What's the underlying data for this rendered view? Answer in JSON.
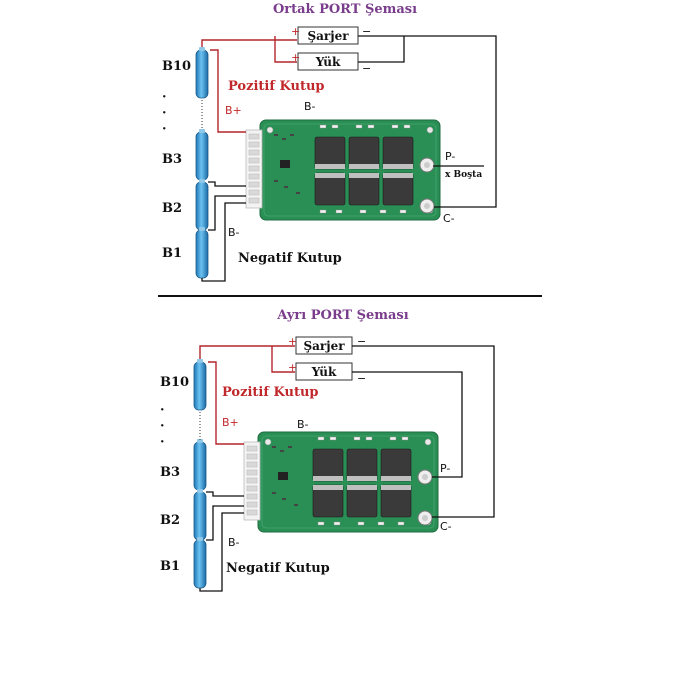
{
  "colors": {
    "title": "#7a3d8c",
    "positive": "#c0282b",
    "wire": "#111111",
    "pcb": "#2a8f55",
    "cell": "#3a9fd8"
  },
  "diagrams": [
    {
      "title": "Ortak PORT Şeması",
      "charger": "Şarjer",
      "load": "Yük",
      "plus": "+",
      "minus": "−",
      "cell_labels": {
        "top": "B10",
        "dots": "·",
        "b3": "B3",
        "b2": "B2",
        "b1": "B1"
      },
      "positive_label": "Pozitif Kutup",
      "negative_label": "Negatif Kutup",
      "b_plus": "B+",
      "b_minus_top": "B-",
      "b_minus_bottom": "B-",
      "p_minus": "P-",
      "p_note": "x Boşta",
      "c_minus": "C-"
    },
    {
      "title": "Ayrı PORT Şeması",
      "charger": "Şarjer",
      "load": "Yük",
      "plus": "+",
      "minus": "−",
      "cell_labels": {
        "top": "B10",
        "dots": "·",
        "b3": "B3",
        "b2": "B2",
        "b1": "B1"
      },
      "positive_label": "Pozitif Kutup",
      "negative_label": "Negatif Kutup",
      "b_plus": "B+",
      "b_minus_top": "B-",
      "b_minus_bottom": "B-",
      "p_minus": "P-",
      "p_note": "",
      "c_minus": "C-"
    }
  ]
}
